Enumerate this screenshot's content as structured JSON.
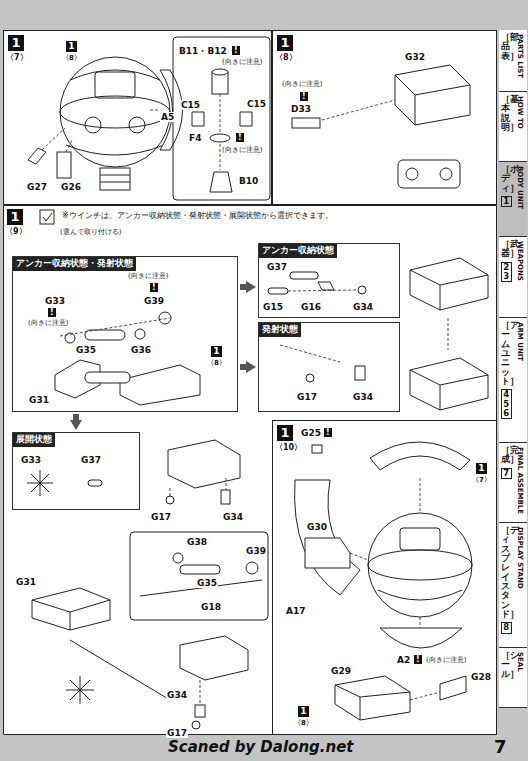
{
  "diagram": {
    "nodes": [
      {
        "text": [
          "1",
          "〈7〉"
        ]
      },
      {
        "text": [
          "1",
          "〈8〉"
        ],
        "in": 0
      },
      {
        "text": [
          "1",
          "〈8〉"
        ]
      },
      {
        "text": [
          "1",
          "〈9〉"
        ]
      },
      {
        "text": [
          "アンカー収納状態・発射状態"
        ],
        "in": 3
      },
      {
        "text": [
          "1",
          "〈8〉"
        ],
        "in": 4
      },
      {
        "text": [
          "アンカー収納状態"
        ],
        "in": 3
      },
      {
        "text": [
          "発射状態"
        ],
        "in": 3
      },
      {
        "text": [
          "展開状態"
        ],
        "in": 3
      },
      {
        "text": [
          "1",
          "〈10〉"
        ]
      },
      {
        "text": [
          "1",
          "〈7〉"
        ],
        "in": 9
      },
      {
        "text": [
          "1",
          "〈8〉"
        ],
        "in": 9
      },
      {
        "text": [
          "［部品表］",
          "PARTS LIST"
        ]
      },
      {
        "text": [
          "［基本説明］",
          "HOW TO"
        ]
      },
      {
        "text": [
          "［ボディ］",
          "1",
          "BODY UNIT"
        ]
      },
      {
        "text": [
          "［武器］",
          "2 3",
          "WEAPONS"
        ]
      },
      {
        "text": [
          "［アーム ユニット］",
          "4 5 6",
          "ARM UNIT"
        ]
      },
      {
        "text": [
          "［完成］",
          "7",
          "FINAL ASSEMBLE"
        ]
      },
      {
        "text": [
          "［ディスプレイスタンド］",
          "8",
          "DISPLAY STAND"
        ]
      },
      {
        "text": [
          "［シール］",
          "SEAL"
        ]
      }
    ],
    "edges": [
      {
        "from": 4,
        "to": 6,
        "arrow": "to"
      },
      {
        "from": 4,
        "to": 7,
        "arrow": "to"
      },
      {
        "from": 4,
        "to": 8,
        "arrow": "to"
      }
    ],
    "labels": [
      "A5",
      "G27",
      "G26",
      "B11・B12",
      "!",
      "(向きに注意)",
      "C15",
      "C15",
      "F4",
      "!",
      "(向きに注意)",
      "B10",
      "G32",
      "(向きに注意)",
      "!",
      "D33",
      "※ウインチは、アンカー収納状態・発射状態・展開状態から選択できます。",
      "(選んで取り付ける)",
      "(向きに注意)",
      "!",
      "G39",
      "G33",
      "!",
      "(向きに注意)",
      "G35",
      "G36",
      "G31",
      "G37",
      "G16",
      "G34",
      "G15",
      "G17",
      "G34",
      "G33",
      "G37",
      "G17",
      "G34",
      "G38",
      "G35",
      "G39",
      "G18",
      "G31",
      "G34",
      "G17",
      "G25",
      "!",
      "A17",
      "G30",
      "A2",
      "!",
      "(向きに注意)",
      "G29",
      "G28",
      "Scaned by Dalong.net",
      "7"
    ]
  }
}
